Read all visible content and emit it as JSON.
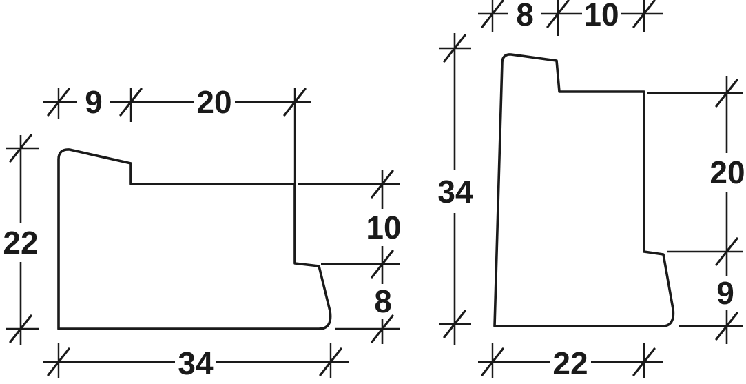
{
  "colors": {
    "line": "#1a1a1a",
    "background": "#ffffff"
  },
  "left_profile": {
    "dims": {
      "top_first": "9",
      "top_second": "20",
      "left_height": "22",
      "right_upper": "10",
      "right_lower": "8",
      "bottom_width": "34"
    }
  },
  "right_profile": {
    "dims": {
      "top_first": "8",
      "top_second": "10",
      "left_height": "34",
      "right_upper": "20",
      "right_lower": "9",
      "bottom_width": "22"
    }
  }
}
